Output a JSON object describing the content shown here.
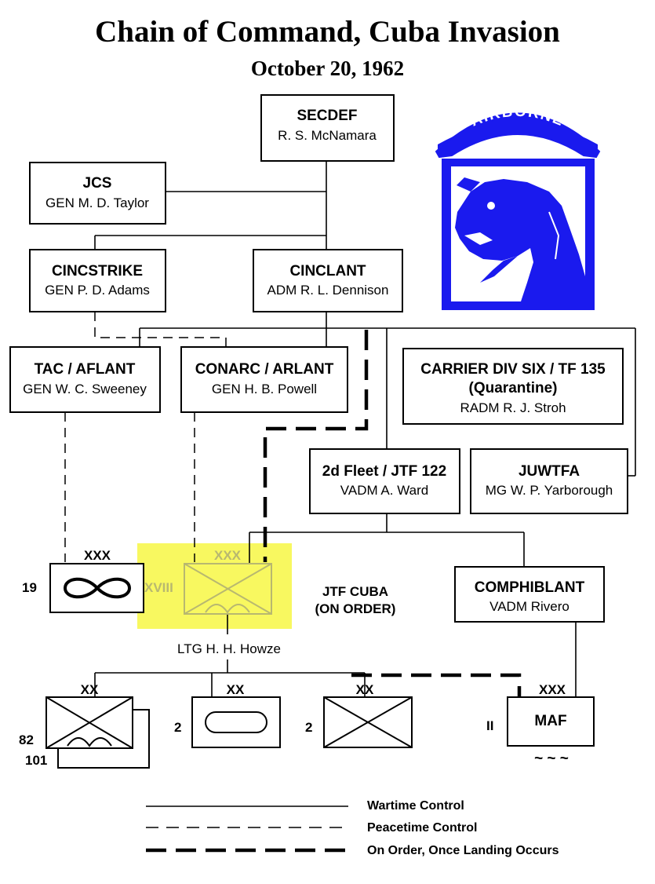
{
  "title": "Chain of Command, Cuba Invasion",
  "subtitle": "October 20, 1962",
  "boxes": {
    "secdef": {
      "title": "SECDEF",
      "commander": "R. S. McNamara"
    },
    "jcs": {
      "title": "JCS",
      "commander": "GEN M. D. Taylor"
    },
    "cincstrike": {
      "title": "CINCSTRIKE",
      "commander": "GEN P. D. Adams"
    },
    "cinclant": {
      "title": "CINCLANT",
      "commander": "ADM R. L. Dennison"
    },
    "tac": {
      "title": "TAC / AFLANT",
      "commander": "GEN W. C. Sweeney"
    },
    "conarc": {
      "title": "CONARC / ARLANT",
      "commander": "GEN H. B. Powell"
    },
    "carrier": {
      "title": "CARRIER DIV SIX / TF 135",
      "subtitle": "(Quarantine)",
      "commander": "RADM R. J. Stroh"
    },
    "fleet": {
      "title": "2d Fleet / JTF 122",
      "commander": "VADM A. Ward"
    },
    "juwtfa": {
      "title": "JUWTFA",
      "commander": "MG W. P. Yarborough"
    },
    "comphiblant": {
      "title": "COMPHIBLANT",
      "commander": "VADM Rivero"
    }
  },
  "units": {
    "air_force": {
      "echelon": "XXX",
      "designation": "19"
    },
    "corps": {
      "echelon": "XXX",
      "designation": "XVIII",
      "commander": "LTG H. H. Howze"
    },
    "jtf_cuba": {
      "line1": "JTF CUBA",
      "line2": "(ON ORDER)"
    },
    "airborne_div": {
      "echelon": "XX",
      "designation_a": "82",
      "designation_b": "101"
    },
    "armor_div": {
      "echelon": "XX",
      "designation": "2"
    },
    "infantry_div": {
      "echelon": "XX",
      "designation": "2"
    },
    "maf": {
      "echelon": "XXX",
      "designation": "II",
      "label": "MAF",
      "marsh": "~ ~ ~"
    }
  },
  "patch": {
    "text": "AIRBORNE",
    "tab_color": "#1a1aee",
    "shield_color": "#1a1aee",
    "text_color": "#ffffff"
  },
  "highlight_color": "#f8f860",
  "legend": [
    {
      "label": "Wartime Control",
      "style": "solid"
    },
    {
      "label": "Peacetime Control",
      "style": "dashed"
    },
    {
      "label": "On Order, Once Landing Occurs",
      "style": "heavy-dashed"
    }
  ]
}
